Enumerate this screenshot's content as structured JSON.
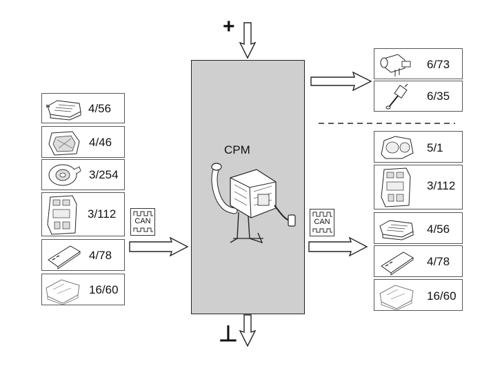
{
  "central_unit": {
    "label": "CPM"
  },
  "can_badge": {
    "label": "CAN"
  },
  "power": {
    "plus_symbol": "+",
    "ground_symbol": "⊥"
  },
  "inputs": [
    {
      "label": "4/56"
    },
    {
      "label": "4/46"
    },
    {
      "label": "3/254"
    },
    {
      "label": "3/112"
    },
    {
      "label": "4/78"
    },
    {
      "label": "16/60"
    }
  ],
  "outputs_upper": [
    {
      "label": "6/73"
    },
    {
      "label": "6/35"
    }
  ],
  "outputs_lower": [
    {
      "label": "5/1"
    },
    {
      "label": "3/112"
    },
    {
      "label": "4/56"
    },
    {
      "label": "4/78"
    },
    {
      "label": "16/60"
    }
  ]
}
